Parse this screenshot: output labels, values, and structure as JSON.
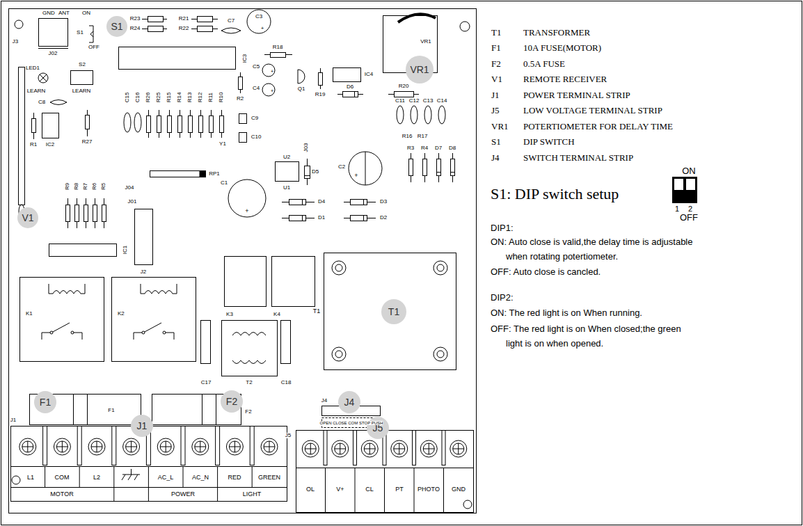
{
  "diagram": {
    "nodes": [
      {
        "text": [
          "S1"
        ]
      },
      {
        "text": [
          "VR1"
        ]
      },
      {
        "text": [
          "V1"
        ]
      },
      {
        "text": [
          "K1"
        ]
      },
      {
        "text": [
          "K2"
        ]
      },
      {
        "text": [
          "T1"
        ]
      },
      {
        "text": [
          "F1"
        ]
      },
      {
        "text": [
          "F2"
        ]
      },
      {
        "text": [
          "J4"
        ]
      },
      {
        "text": [
          "J1"
        ]
      },
      {
        "text": [
          "J5"
        ]
      }
    ],
    "labels": [
      "GND",
      "ANT",
      "ON",
      "J3",
      "S1",
      "OFF",
      "J02",
      "R23",
      "R24",
      "R21",
      "R22",
      "C7",
      "C3",
      "+",
      "VR1",
      "LED1",
      "LEARN",
      "S2",
      "LEARN",
      "IC3",
      "R18",
      "C5",
      "+",
      "C4",
      "+",
      "R2",
      "Q1",
      "R19",
      "IC4",
      "D6",
      "R20",
      "C8",
      "C15",
      "C16",
      "R26",
      "R25",
      "R15",
      "R14",
      "R13",
      "R12",
      "R11",
      "R10",
      "C9",
      "C10",
      "Y1",
      "J03",
      "C11",
      "C12",
      "C13",
      "C14",
      "R16",
      "R17",
      "R1",
      "IC2",
      "R27",
      "U2",
      "D5",
      "C2",
      "+",
      "R3",
      "R4",
      "D7",
      "D8",
      "RP1",
      "C1",
      "+",
      "U1",
      "D4",
      "D3",
      "D1",
      "D2",
      "J04",
      "R9",
      "R8",
      "R7",
      "R6",
      "R5",
      "J01",
      "J2",
      "IC1",
      "K3",
      "K4",
      "T1",
      "C17",
      "T2",
      "C18",
      "J4",
      "F1",
      "F2",
      "OPEN CLOSE COM STOP PUSH",
      "J1",
      "L1",
      "COM",
      "L2",
      "AC_L",
      "AC_N",
      "RED",
      "GREEN",
      "MOTOR",
      "POWER",
      "LIGHT",
      "J5",
      "OL",
      "V+",
      "CL",
      "PT",
      "PHOTO",
      "GND",
      "T1",
      "TRANSFORMER",
      "F1",
      "10A FUSE(MOTOR)",
      "F2",
      "0.5A FUSE",
      "V1",
      "REMOTE RECEIVER",
      "J1",
      "POWER TERMINAL STRIP",
      "J5",
      "LOW VOLTAGE TERMINAL STRIP",
      "VR1",
      "POTERTIOMETER FOR DELAY TIME",
      "S1",
      "DIP SWITCH",
      "J4",
      "SWITCH TERMINAL STRIP",
      "S1: DIP switch setup",
      "ON",
      "1",
      "2",
      "OFF",
      "DIP1:",
      "ON: Auto close is valid,the delay time is adjustable when rotating potertiometer.",
      "OFF: Auto close is cancled.",
      "DIP2:",
      "ON: The red light is on When running.",
      "OFF: The red light is on When closed;the green light is on when opened."
    ]
  }
}
